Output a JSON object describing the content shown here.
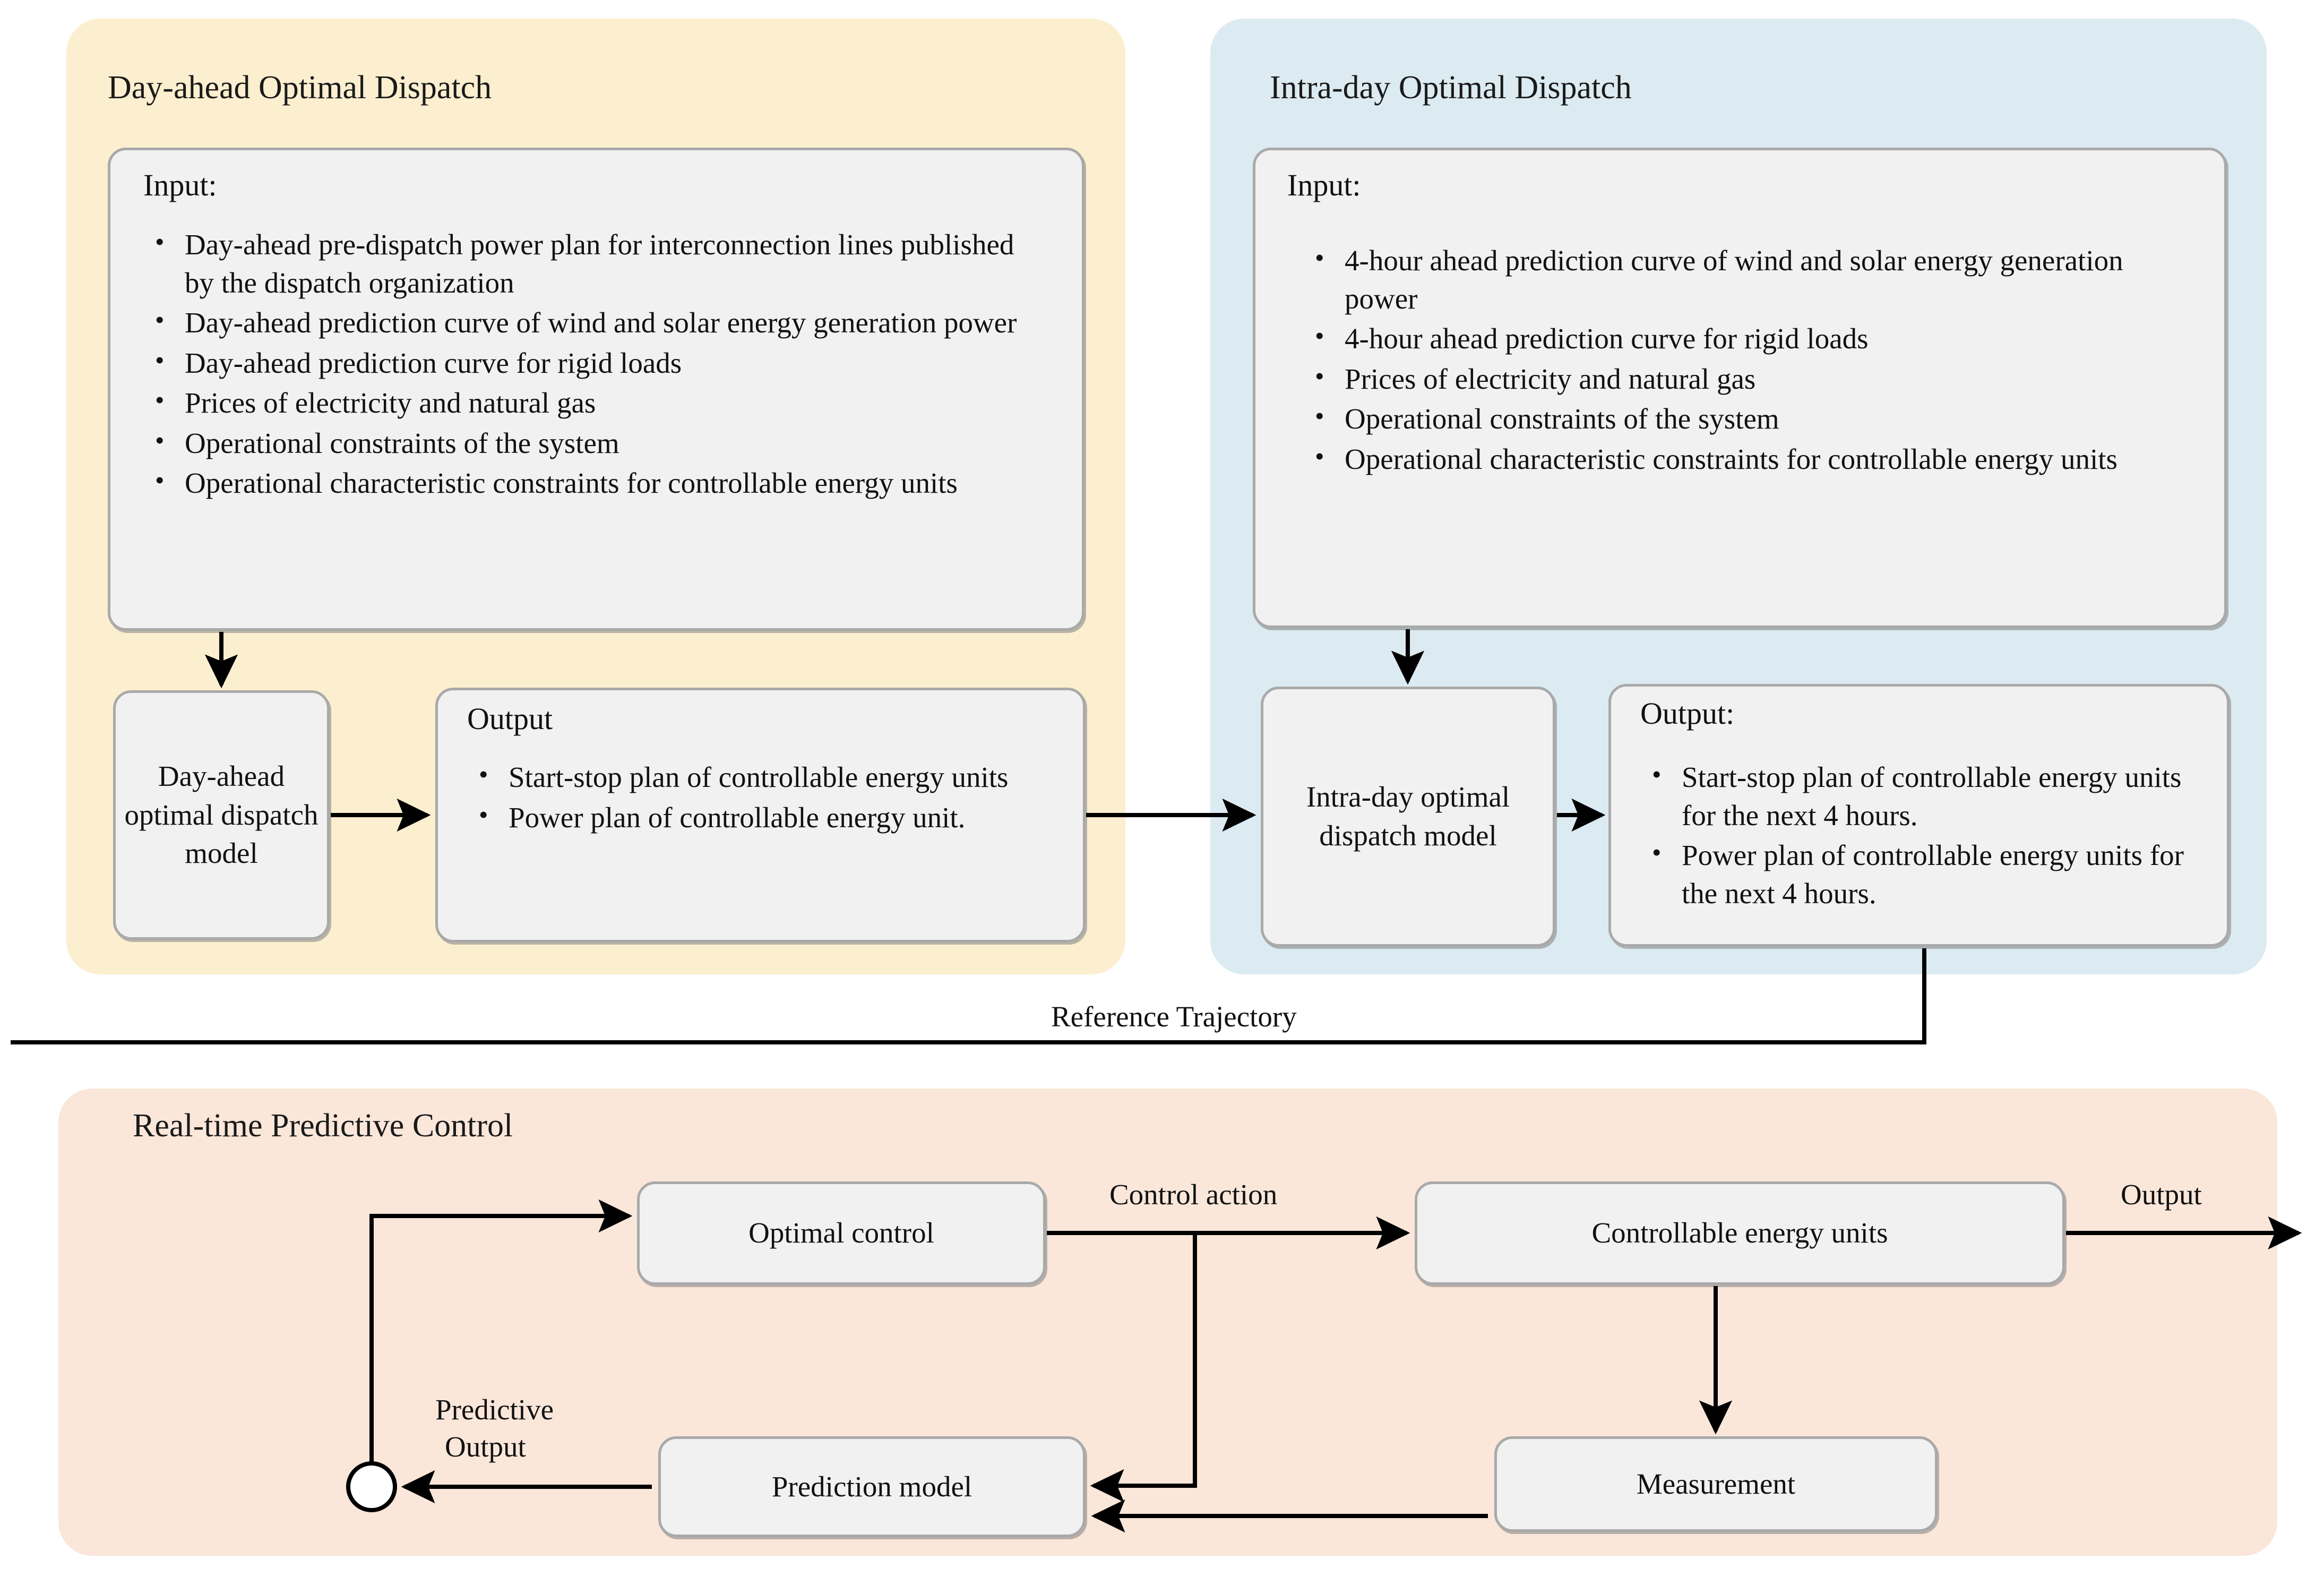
{
  "panels": {
    "day_ahead": {
      "title": "Day-ahead Optimal Dispatch",
      "color": "#fcefcf",
      "input_heading": "Input:",
      "input_items": [
        "Day-ahead pre-dispatch power plan for interconnection lines published by the dispatch organization",
        "Day-ahead prediction curve of wind and solar energy generation power",
        "Day-ahead prediction curve for rigid loads",
        "Prices of electricity and natural gas",
        "Operational constraints of the system",
        "Operational characteristic constraints for controllable energy units"
      ],
      "model_label": "Day-ahead optimal dispatch model",
      "output_heading": "Output",
      "output_items": [
        "Start-stop plan of controllable energy units",
        "Power plan of controllable energy unit."
      ]
    },
    "intra_day": {
      "title": "Intra-day Optimal Dispatch",
      "color": "#dcebf1",
      "input_heading": "Input:",
      "input_items": [
        "4-hour ahead prediction curve of wind and solar energy generation power",
        "4-hour ahead prediction curve for rigid loads",
        "Prices of electricity and natural gas",
        "Operational constraints of the system",
        "Operational characteristic constraints for controllable energy units"
      ],
      "model_label": "Intra-day optimal dispatch model",
      "output_heading": "Output:",
      "output_items": [
        "Start-stop plan of controllable energy units for the next 4 hours.",
        "Power plan of controllable energy units for the next 4 hours."
      ]
    },
    "realtime": {
      "title": "Real-time Predictive Control",
      "color": "#fae7da",
      "nodes": {
        "optimal_control": "Optimal control",
        "controllable_units": "Controllable energy  units",
        "measurement": "Measurement",
        "prediction_model": "Prediction model"
      },
      "labels": {
        "control_action": "Control action",
        "output": "Output",
        "predictive_output_line1": "Predictive",
        "predictive_output_line2": "Output"
      }
    }
  },
  "connectors": {
    "reference_trajectory": "Reference Trajectory"
  }
}
